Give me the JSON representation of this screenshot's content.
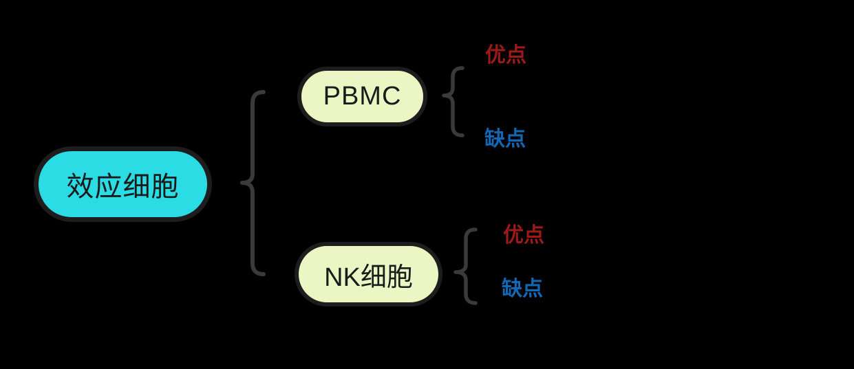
{
  "diagram": {
    "background_color": "#000000",
    "brace_color": "#3a3a3a",
    "root": {
      "label": "效应细胞",
      "fill_color": "#2bdce4",
      "border_color": "#1d1d1d",
      "text_color": "#1b1b1b"
    },
    "branches": [
      {
        "label": "PBMC",
        "fill_color": "#ebf6c4",
        "border_color": "#1d1d1d",
        "text_color": "#1b1b1b",
        "items": [
          {
            "label": "优点",
            "color": "#9c1a1a"
          },
          {
            "label": "缺点",
            "color": "#1268b5"
          }
        ]
      },
      {
        "label": "NK细胞",
        "fill_color": "#ebf6c4",
        "border_color": "#1d1d1d",
        "text_color": "#1b1b1b",
        "items": [
          {
            "label": "优点",
            "color": "#9c1a1a"
          },
          {
            "label": "缺点",
            "color": "#1268b5"
          }
        ]
      }
    ]
  }
}
